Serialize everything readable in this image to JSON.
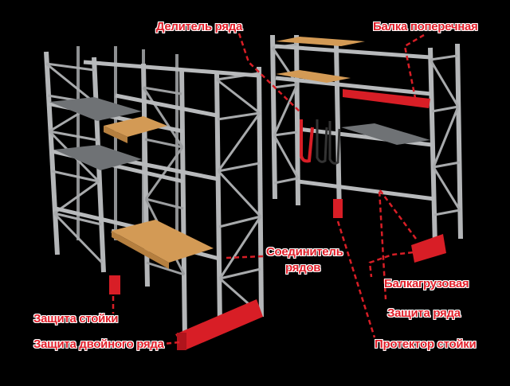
{
  "colors": {
    "label_text": "#e01f2a",
    "accent_red": "#d81e26",
    "upright": "#b4b6b8",
    "upright_shade": "#8e9092",
    "pallet": "#d39a55",
    "shelf_grey": "#6f7275",
    "background": "#000000"
  },
  "labels": {
    "row_divider": "Делитель ряда",
    "cross_beam": "Балка поперечная",
    "row_connector_line1": "Соединитель",
    "row_connector_line2": "рядов",
    "load_beam": "Балкагрузовая",
    "upright_guard": "Защита стойки",
    "row_guard": "Защита ряда",
    "double_row_guard": "Защита двойного ряда",
    "upright_protector": "Протектор стойки"
  }
}
